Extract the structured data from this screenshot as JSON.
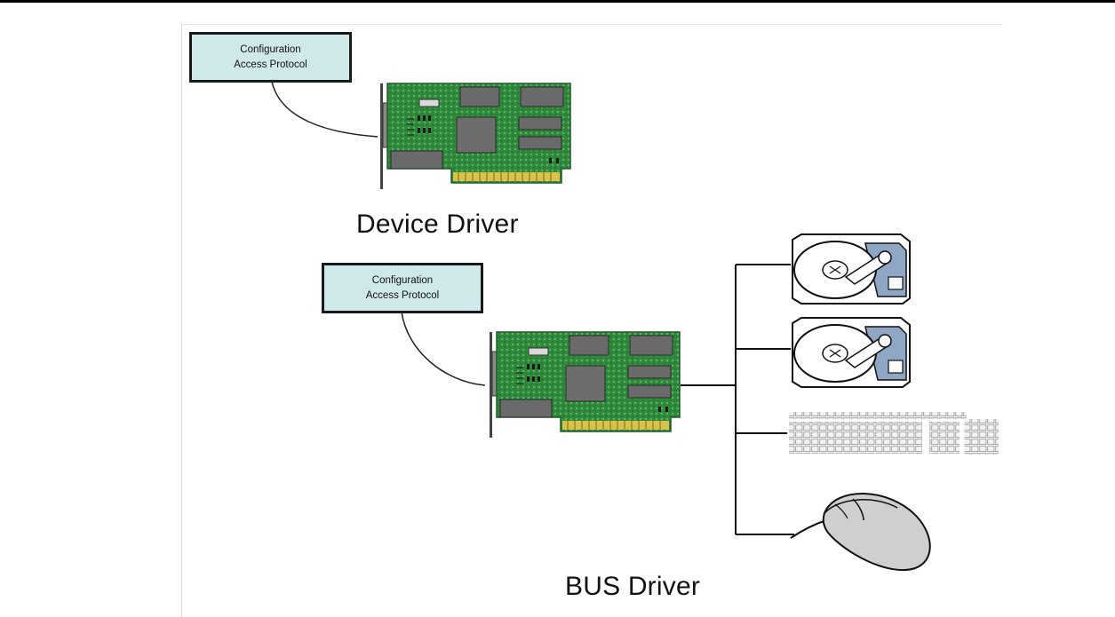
{
  "diagram": {
    "device_section": {
      "protocol_box": {
        "line1": "Configuration",
        "line2": "Access Protocol"
      },
      "caption": "Device Driver"
    },
    "bus_section": {
      "protocol_box": {
        "line1": "Configuration",
        "line2": "Access Protocol"
      },
      "caption": "BUS Driver",
      "attached_devices": [
        "hard-disk",
        "hard-disk",
        "keyboard",
        "mouse"
      ]
    },
    "colors": {
      "box_fill": "#cfe9ea",
      "pcb_green": "#2f8a3c",
      "chip": "#6a6a6a",
      "drive_blue": "#8fa6c4"
    }
  }
}
